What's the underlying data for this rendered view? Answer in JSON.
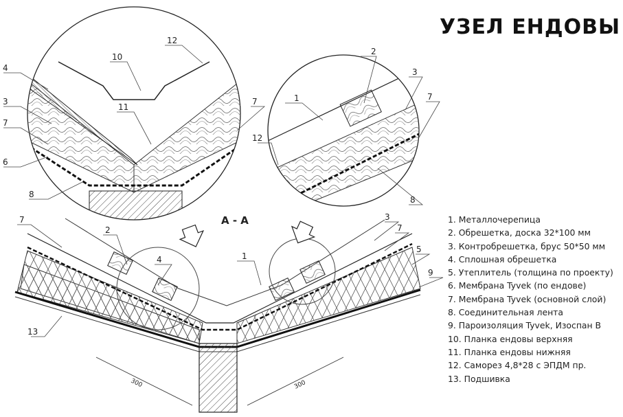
{
  "title": "УЗЕЛ ЕНДОВЫ",
  "section_label": "А - А",
  "legend": [
    "1. Металлочерепица",
    "2. Обрешетка, доска 32*100 мм",
    "3. Контробрешетка, брус 50*50 мм",
    "4. Сплошная обрешетка",
    "5. Утеплитель (толщина по проекту)",
    "6. Мембрана Tyvek (по ендове)",
    "7. Мембрана Tyvek (основной слой)",
    "8. Соединительная лента",
    "9. Пароизоляция Tyvek, Изоспан В",
    "10. Планка ендовы верхняя",
    "11. Планка ендовы нижняя",
    "12. Саморез 4,8*28 с ЭПДМ пр.",
    "13. Подшивка"
  ],
  "callouts": {
    "left_circle": [
      "4",
      "3",
      "7",
      "6",
      "8",
      "10",
      "12",
      "11",
      "7"
    ],
    "right_circle": [
      "1",
      "2",
      "3",
      "7",
      "12",
      "8"
    ],
    "main_section": [
      "7",
      "2",
      "4",
      "1",
      "3",
      "7",
      "5",
      "9",
      "13"
    ]
  },
  "dimensions": [
    "300",
    "300"
  ]
}
